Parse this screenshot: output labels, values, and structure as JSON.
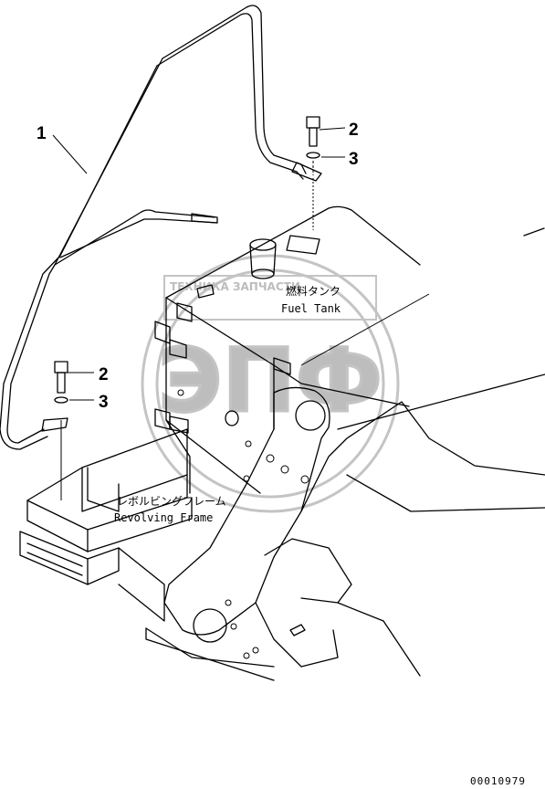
{
  "callouts": {
    "c1": "1",
    "c2_top": "2",
    "c3_top": "3",
    "c2_left": "2",
    "c3_left": "3"
  },
  "fuel_tank": {
    "label_jp": "燃料タンク",
    "label_en": "Fuel Tank"
  },
  "revolving_frame": {
    "label_jp": "レボルビングフレーム",
    "label_en": "Revolving Frame"
  },
  "watermark": {
    "letters": "ЭПФ",
    "band_text": "ТЕХНИКА   ЗАПЧАСТИ"
  },
  "drawing_code": "00010979",
  "colors": {
    "ink": "#000000",
    "watermark": "#c4c4c4"
  }
}
